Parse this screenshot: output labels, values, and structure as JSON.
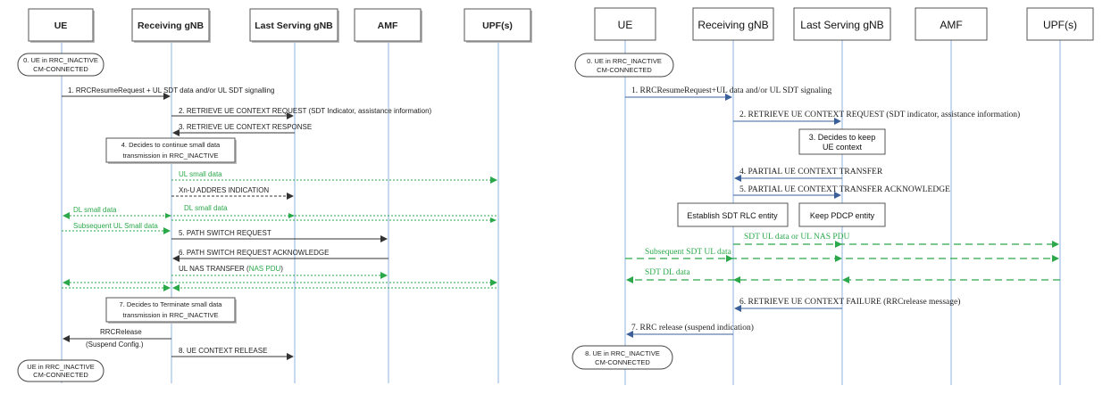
{
  "left": {
    "entities": [
      "UE",
      "Receiving gNB",
      "Last Serving gNB",
      "AMF",
      "UPF(s)"
    ],
    "start_state": [
      "0. UE in RRC_INACTIVE",
      "CM-CONNECTED"
    ],
    "end_state": [
      "UE in RRC_INACTIVE",
      "CM-CONNECTED"
    ],
    "m1": "1. RRCResumeRequest + UL SDT data and/or UL SDT signalling",
    "m2": "2. RETRIEVE UE CONTEXT REQUEST (SDT Indicator, assistance information)",
    "m3": "3. RETRIEVE UE CONTEXT RESPONSE",
    "n4": [
      "4. Decides to continue small data",
      "transmission in RRC_INACTIVE"
    ],
    "ul_small": "UL small data",
    "xnu": "Xn-U ADDRES INDICATION",
    "dl_small_ue": "DL small data",
    "dl_small": "DL small data",
    "subseq": "Subsequent UL Small data",
    "m5": "5. PATH SWITCH REQUEST",
    "m6": "6. PATH SWITCH REQUEST ACKNOWLEDGE",
    "nas_prefix": "UL NAS TRANSFER (",
    "nas_pdu": "NAS PDU",
    "nas_suffix": ")",
    "n7": [
      "7. Decides to Terminate small data",
      "transmission in RRC_INACTIVE"
    ],
    "rrc_release": "RRCRelease",
    "suspend": "(Suspend Config.)",
    "m8": "8. UE CONTEXT RELEASE"
  },
  "right": {
    "entities": [
      "UE",
      "Receiving gNB",
      "Last Serving gNB",
      "AMF",
      "UPF(s)"
    ],
    "start_state": [
      "0. UE in RRC_INACTIVE",
      "CM-CONNECTED"
    ],
    "end_state": [
      "8. UE in RRC_INACTIVE",
      "CM-CONNECTED"
    ],
    "m1": "1. RRCResumeRequest+UL data and/or UL SDT signaling",
    "m2": "2. RETRIEVE UE CONTEXT REQUEST (SDT indicator, assistance information)",
    "n3": [
      "3. Decides to keep",
      "UE context"
    ],
    "m4": "4. PARTIAL UE CONTEXT TRANSFER",
    "m5": "5. PARTIAL UE CONTEXT TRANSFER ACKNOWLEDGE",
    "box_rlc": "Establish SDT RLC entity",
    "box_pdcp": "Keep PDCP entity",
    "sdt_ul": "SDT UL data or UL NAS PDU",
    "subseq": "Subsequent SDT UL data",
    "sdt_dl": "SDT DL data",
    "m6": "6. RETRIEVE UE CONTEXT FAILURE (RRCrelease message)",
    "m7": "7. RRC release (suspend indication)"
  },
  "colors": {
    "green": "#2aa84a",
    "lifeline": "#8fb3dc",
    "arrow": "#3a5f99"
  }
}
